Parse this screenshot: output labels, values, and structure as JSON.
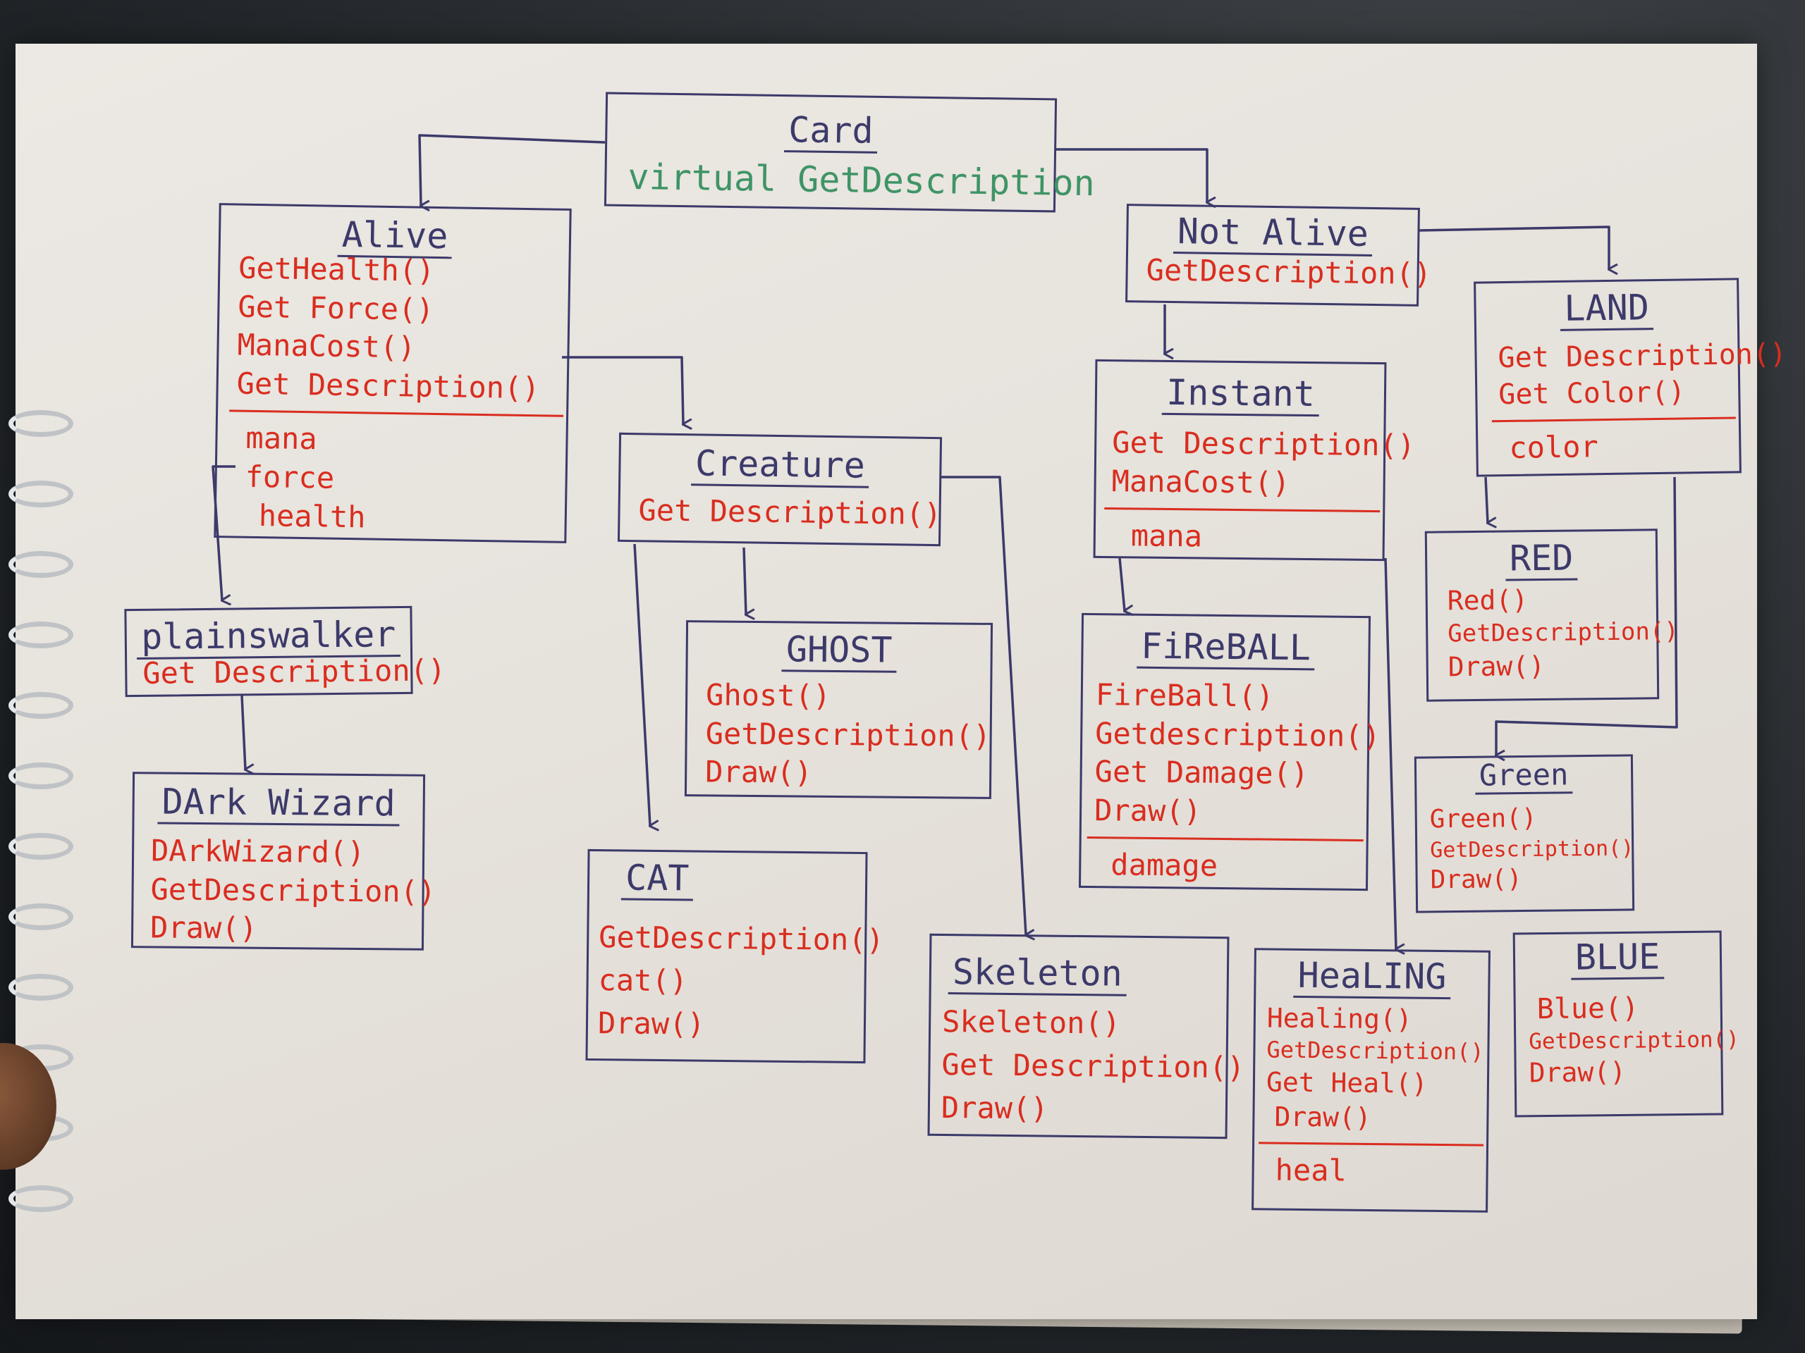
{
  "diagram": {
    "nodes": {
      "card": {
        "title": "Card",
        "subtitle": "virtual GetDescription"
      },
      "alive": {
        "title": "Alive",
        "methods": [
          "GetHealth()",
          "Get Force()",
          "ManaCost()",
          "Get Description()"
        ],
        "fields": [
          "mana",
          "force",
          "health"
        ]
      },
      "not_alive": {
        "title": "Not Alive",
        "methods": [
          "GetDescription()"
        ]
      },
      "creature": {
        "title": "Creature",
        "methods": [
          "Get Description()"
        ]
      },
      "plainswalker": {
        "title": "plainswalker",
        "methods": [
          "Get Description()"
        ]
      },
      "dark_wizard": {
        "title": "DArk Wizard",
        "methods": [
          "DArkWizard()",
          "GetDescription()",
          "Draw()"
        ]
      },
      "ghost": {
        "title": "GHOST",
        "methods": [
          "Ghost()",
          "GetDescription()",
          "Draw()"
        ]
      },
      "cat": {
        "title": "CAT",
        "methods": [
          "GetDescription()",
          "cat()",
          "Draw()"
        ]
      },
      "skeleton": {
        "title": "Skeleton",
        "methods": [
          "Skeleton()",
          "Get Description()",
          "Draw()"
        ]
      },
      "instant": {
        "title": "Instant",
        "methods": [
          "Get Description()",
          "ManaCost()"
        ],
        "fields": [
          "mana"
        ]
      },
      "fireball": {
        "title": "FiReBALL",
        "methods": [
          "FireBall()",
          "Getdescription()",
          "Get Damage()",
          "Draw()"
        ],
        "fields": [
          "damage"
        ]
      },
      "healing": {
        "title": "HeaLING",
        "methods": [
          "Healing()",
          "GetDescription()",
          "Get Heal()",
          "Draw()"
        ],
        "fields": [
          "heal"
        ]
      },
      "land": {
        "title": "LAND",
        "methods": [
          "Get Description()",
          "Get Color()"
        ],
        "fields": [
          "color"
        ]
      },
      "red": {
        "title": "RED",
        "methods": [
          "Red()",
          "GetDescription()",
          "Draw()"
        ]
      },
      "green": {
        "title": "Green",
        "methods": [
          "Green()",
          "GetDescription()",
          "Draw()"
        ]
      },
      "blue": {
        "title": "BLUE",
        "methods": [
          "Blue()",
          "GetDescription()",
          "Draw()"
        ]
      }
    },
    "colors": {
      "ink": "#3c3a6a",
      "method_text": "#d92d1f",
      "root_subtitle": "#3f9466",
      "paper": "#e9e5e0"
    }
  }
}
